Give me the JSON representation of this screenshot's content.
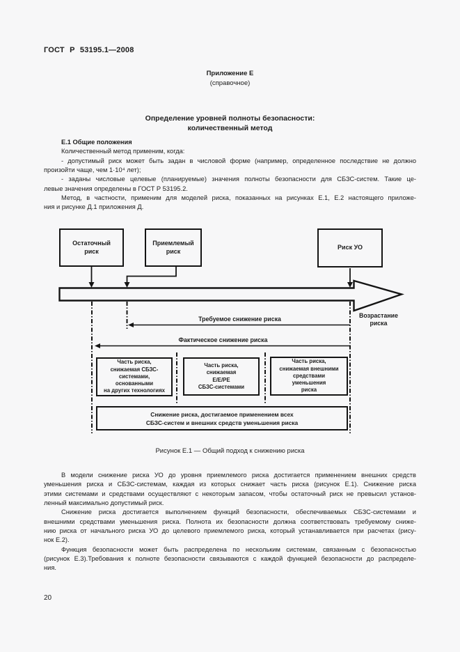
{
  "page": {
    "doc_number": "ГОСТ Р 53195.1—2008",
    "annex": {
      "line1": "Приложение Е",
      "line2": "(справочное)"
    },
    "title": {
      "line1": "Определение уровней полноты безопасности:",
      "line2": "количественный метод"
    },
    "page_number": "20"
  },
  "body_before_figure": [
    {
      "bold": true,
      "lines": [
        "Е.1 Общие положения"
      ]
    },
    {
      "lines": [
        "Количественный метод применим, когда:"
      ]
    },
    {
      "lines": [
        "- допустимый риск может быть задан в числовой форме (например, определенное последствие не должно",
        "произойти чаще, чем 1·10⁴ лет);"
      ]
    },
    {
      "lines": [
        "- заданы числовые целевые (планируемые) значения полноты безопасности для СБЗС-систем. Такие це-",
        "левые значения определены в ГОСТ Р 53195.2."
      ]
    },
    {
      "lines": [
        "Метод, в частности, применим для моделей риска, показанных на рисунках Е.1, Е.2  настоящего приложе-",
        "ния и рисунке Д.1 приложения Д."
      ]
    }
  ],
  "figure": {
    "caption": "Рисунок Е.1 — Общий подход к снижению риска",
    "box_residual": "Остаточный\nриск",
    "box_acceptable": "Приемлемый\nриск",
    "box_euc": "Риск УО",
    "label_required": "Требуемое снижение риска",
    "label_actual": "Фактическое снижение риска",
    "label_increasing": "Возрастание\nриска",
    "box_part_other_tech": "Часть риска,\nснижаемая СБЗС-\nсистемами,\nоснованными\nна других технологиях",
    "box_part_eepe": "Часть риска,\nснижаемая\nЕ/Е/РЕ\nСБЗС-системами",
    "box_part_external": "Часть риска,\nснижаемая внешними\nсредствами\nуменьшения\nриска",
    "box_total": "Снижение риска, достигаемое применением всех\nСБЗС-систем и внешних средств уменьшения риска"
  },
  "body_after_figure": [
    {
      "lines": [
        "В модели снижение риска УО до уровня приемлемого риска достигается применением внешних средств",
        "уменьшения риска и СБЗС-системам, каждая из которых снижает часть риска (рисунок Е.1). Снижение риска",
        "этими системами и средствами осуществляют с некоторым запасом, чтобы остаточный риск не превысил установ-",
        "ленный максимально допустимый риск."
      ]
    },
    {
      "lines": [
        "Снижение риска достигается выполнением функций безопасности, обеспечиваемых СБЗС-системами и",
        "внешними средствами уменьшения риска. Полнота их безопасности должна соответствовать требуемому сниже-",
        "нию риска от начального риска УО до целевого приемлемого риска, который устанавливается при расчетах (рису-",
        "нок Е.2)."
      ]
    },
    {
      "lines": [
        "Функция безопасности может быть распределена по нескольким системам, связанным с безопасностью",
        "(рисунок Е.3).Требования к полноте безопасности связываются с каждой функцией безопасности до распределе-",
        "ния."
      ]
    }
  ],
  "colors": {
    "background": "#f7f7f8",
    "ink": "#141414"
  }
}
